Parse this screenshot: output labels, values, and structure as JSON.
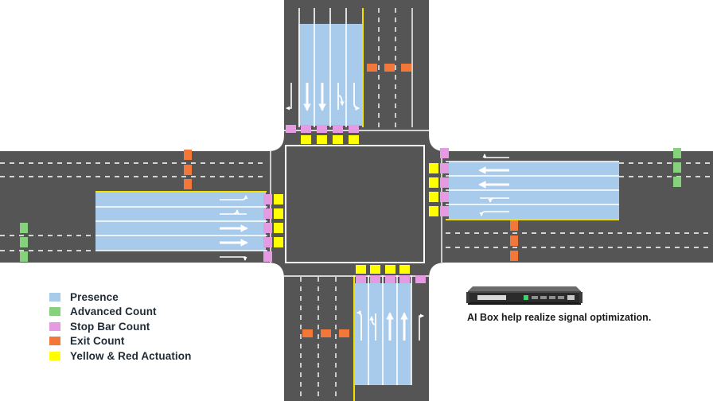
{
  "colors": {
    "road": "#555555",
    "presence": "#a9cbeb",
    "advanced_count": "#86d17c",
    "stop_bar_count": "#e59ae1",
    "exit_count": "#f27738",
    "yellow_red_actuation": "#ffff00",
    "curb_yellow": "#f5e100",
    "lane_marking": "#ffffff"
  },
  "legend": {
    "items": [
      {
        "key": "presence",
        "label": "Presence",
        "color": "#a9cbeb"
      },
      {
        "key": "advanced_count",
        "label": "Advanced Count",
        "color": "#86d17c"
      },
      {
        "key": "stop_bar_count",
        "label": "Stop Bar Count",
        "color": "#e59ae1"
      },
      {
        "key": "exit_count",
        "label": "Exit Count",
        "color": "#f27738"
      },
      {
        "key": "yellow_red_actuation",
        "label": "Yellow & Red Actuation",
        "color": "#ffff00"
      }
    ]
  },
  "ai_box": {
    "caption": "AI Box help realize signal optimization.",
    "device_icon": "rack-server-icon"
  }
}
